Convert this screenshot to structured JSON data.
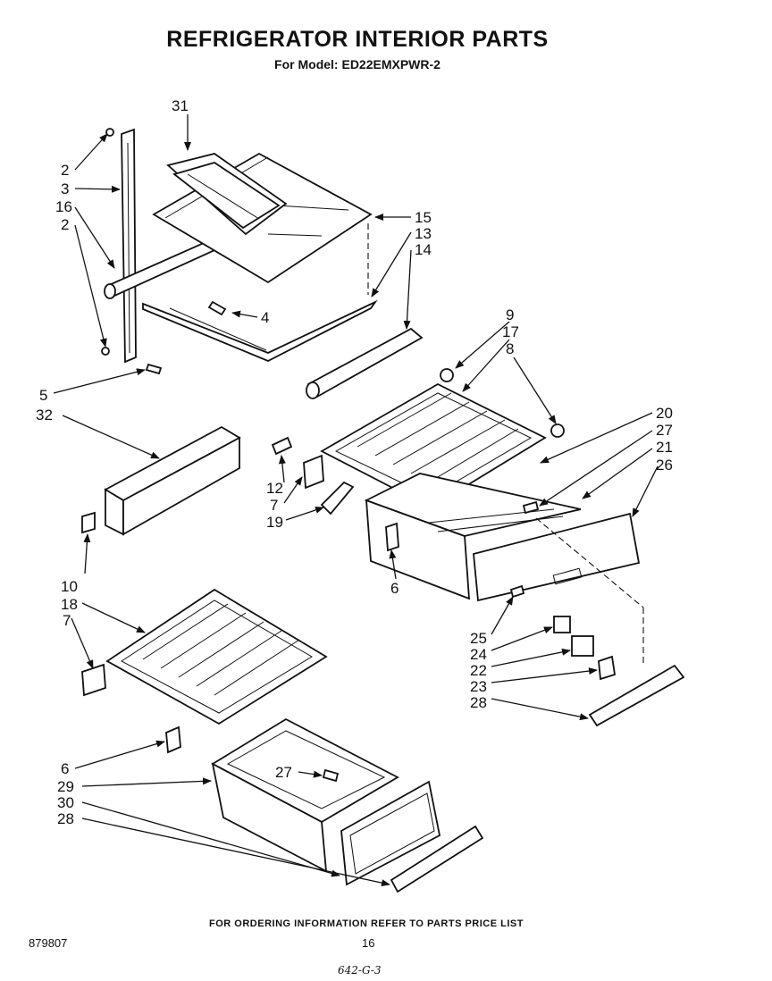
{
  "header": {
    "title": "REFRIGERATOR INTERIOR PARTS",
    "subtitle": "For Model: ED22EMXPWR-2"
  },
  "callouts": {
    "c31": "31",
    "c2a": "2",
    "c3": "3",
    "c16": "16",
    "c2b": "2",
    "c15": "15",
    "c13": "13",
    "c14": "14",
    "c4": "4",
    "c5": "5",
    "c32": "32",
    "c9": "9",
    "c17": "17",
    "c8": "8",
    "c20": "20",
    "c27a": "27",
    "c21": "21",
    "c26": "26",
    "c12": "12",
    "c7a": "7",
    "c19": "19",
    "c6a": "6",
    "c10": "10",
    "c18": "18",
    "c7b": "7",
    "c25": "25",
    "c24": "24",
    "c22": "22",
    "c23": "23",
    "c28a": "28",
    "c6b": "6",
    "c27b": "27",
    "c29": "29",
    "c30": "30",
    "c28b": "28"
  },
  "footer": {
    "ordering_note": "FOR ORDERING INFORMATION REFER TO PARTS PRICE LIST",
    "doc_number": "879807",
    "page_number": "16",
    "handwritten_note": "642-G-3"
  }
}
